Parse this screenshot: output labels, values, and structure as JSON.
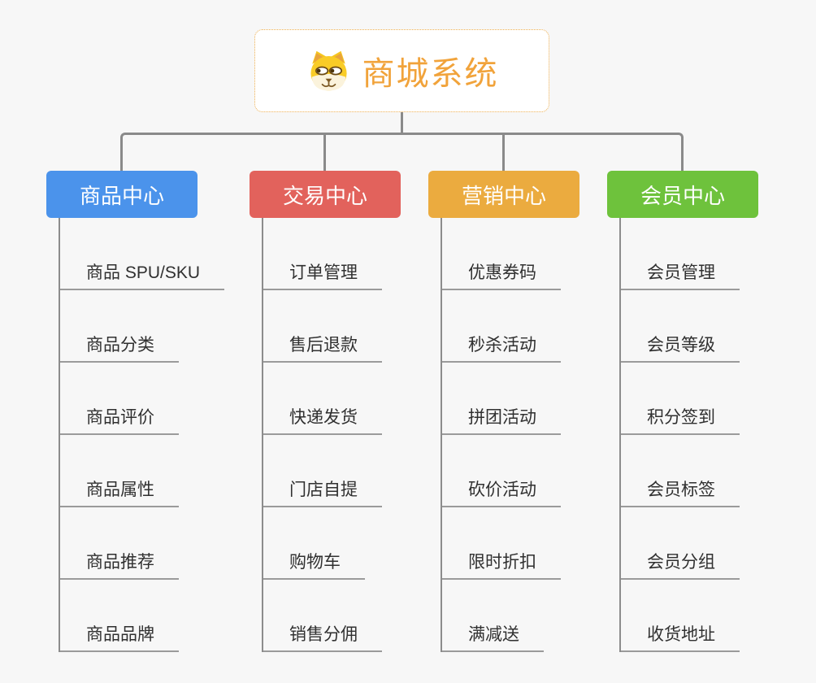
{
  "root": {
    "title": "商城系统",
    "icon": "dog-icon"
  },
  "colors": {
    "background": "#f7f7f7",
    "connector": "#8a8a8a",
    "item_text": "#303030",
    "root_accent": "#F1A33B",
    "root_border": "#EDAE4F",
    "branch_product": "#4B93EB",
    "branch_trade": "#E2625C",
    "branch_marketing": "#EBAB3F",
    "branch_member": "#6EC23C"
  },
  "branches": [
    {
      "id": "product-center",
      "label": "商品中心",
      "color": "#4B93EB",
      "items": [
        "商品 SPU/SKU",
        "商品分类",
        "商品评价",
        "商品属性",
        "商品推荐",
        "商品品牌"
      ]
    },
    {
      "id": "trade-center",
      "label": "交易中心",
      "color": "#E2625C",
      "items": [
        "订单管理",
        "售后退款",
        "快递发货",
        "门店自提",
        "购物车",
        "销售分佣"
      ]
    },
    {
      "id": "marketing-center",
      "label": "营销中心",
      "color": "#EBAB3F",
      "items": [
        "优惠券码",
        "秒杀活动",
        "拼团活动",
        "砍价活动",
        "限时折扣",
        "满减送"
      ]
    },
    {
      "id": "member-center",
      "label": "会员中心",
      "color": "#6EC23C",
      "items": [
        "会员管理",
        "会员等级",
        "积分签到",
        "会员标签",
        "会员分组",
        "收货地址"
      ]
    }
  ]
}
